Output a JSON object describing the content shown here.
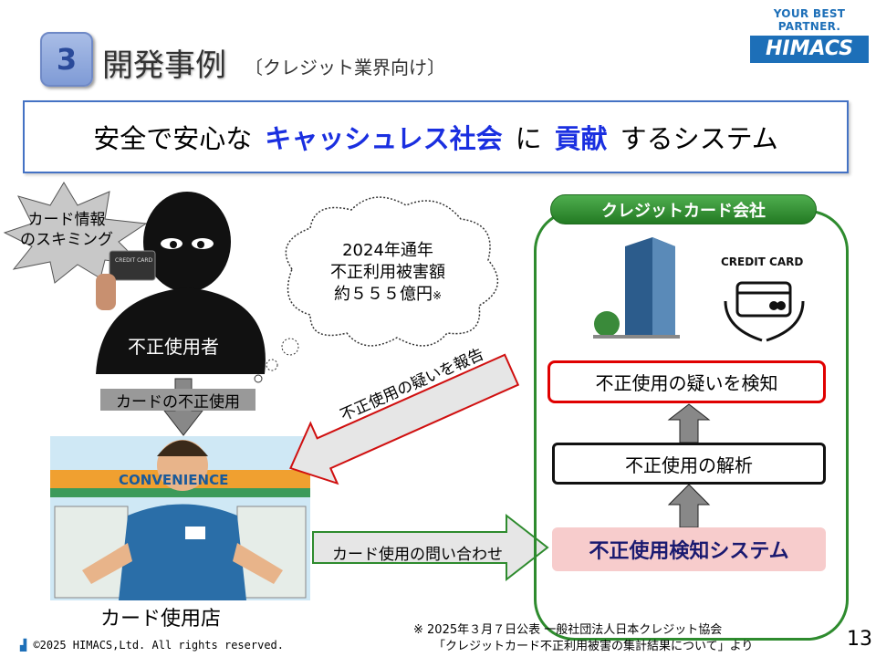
{
  "header": {
    "section_number": "3",
    "title": "開発事例",
    "subtitle": "〔クレジット業界向け〕",
    "logo_tagline": "YOUR BEST PARTNER.",
    "logo_text": "HIMACS"
  },
  "banner": {
    "part1": "安全で安心な",
    "highlight1": "キャッシュレス社会",
    "part2": "に",
    "highlight2": "貢献",
    "part3": "するシステム"
  },
  "left": {
    "skimming_label_line1": "カード情報",
    "skimming_label_line2": "のスキミング",
    "card_text": "CREDIT CARD",
    "criminal_label": "不正使用者",
    "misuse_label": "カードの不正使用",
    "cloud_line1": "2024年通年",
    "cloud_line2": "不正利用被害額",
    "cloud_line3": "約５５５億円",
    "cloud_note_mark": "※",
    "store_sign": "CONVENIENCE",
    "store_label": "カード使用店"
  },
  "arrows": {
    "report": "不正使用の疑いを報告",
    "inquiry": "カード使用の問い合わせ"
  },
  "company": {
    "header": "クレジットカード会社",
    "card_icon_label": "CREDIT CARD",
    "step_detect": "不正使用の疑いを検知",
    "step_analyze": "不正使用の解析",
    "system": "不正使用検知システム"
  },
  "footer": {
    "copyright": "©2025 HIMACS,Ltd. All rights reserved.",
    "note_line1": "※ 2025年３月７日公表 一般社団法人日本クレジット協会",
    "note_line2": "「クレジットカード不正利用被害の集計結果について」より",
    "page_number": "13"
  },
  "colors": {
    "accent_blue": "#1a2fe0",
    "green": "#2e8b2e",
    "red": "#e00000",
    "pink": "#f7cccc"
  }
}
